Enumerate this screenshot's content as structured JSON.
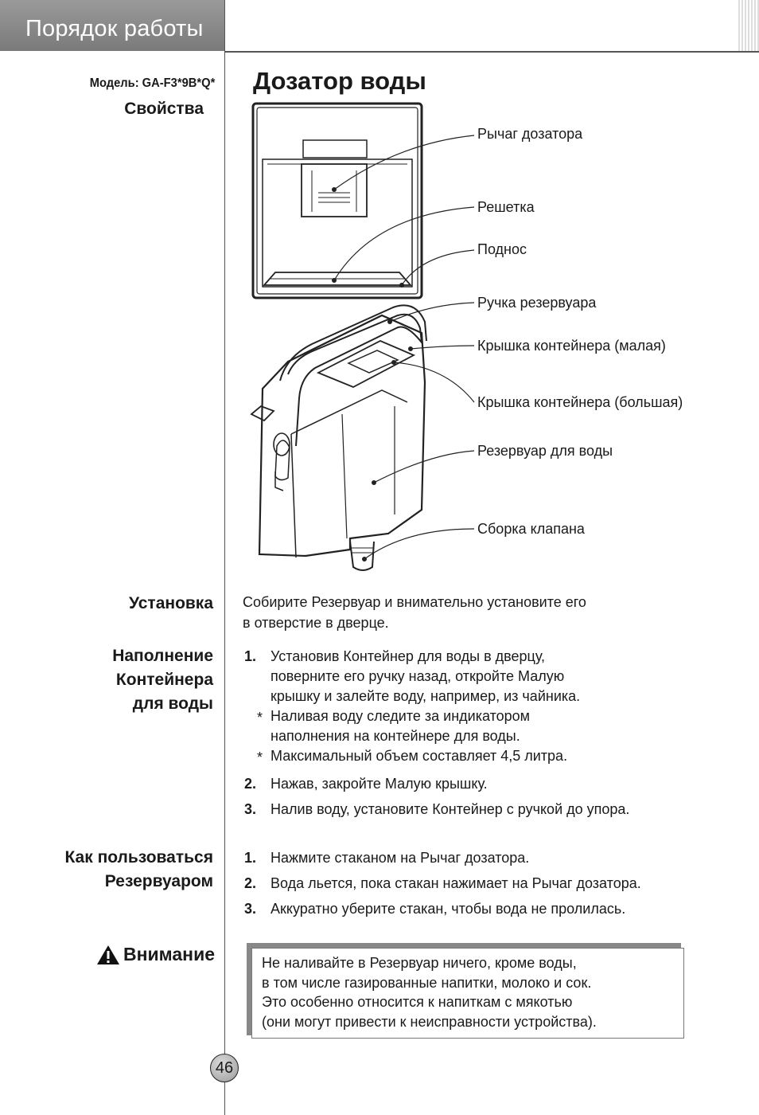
{
  "header": {
    "title": "Порядок работы"
  },
  "sidebar": {
    "model": "Модель: GA-F3*9B*Q*",
    "properties": "Свойства"
  },
  "section": {
    "title": "Дозатор воды"
  },
  "diagram": {
    "labels": [
      "Рычаг дозатора",
      "Решетка",
      "Поднос",
      "Ручка резервуара",
      "Крышка контейнера (малая)",
      "Крышка контейнера (большая)",
      "Резервуар для воды",
      "Сборка клапана"
    ]
  },
  "install": {
    "heading": "Установка",
    "text_line1": "Собирите Резервуар и внимательно установите его",
    "text_line2": "в отверстие в дверце."
  },
  "filling": {
    "heading_line1": "Наполнение",
    "heading_line2": "Контейнера",
    "heading_line3": "для воды",
    "steps": [
      {
        "num": "1.",
        "lines": [
          "Установив Контейнер для воды в дверцу,",
          "поверните его ручку назад, откройте Малую",
          "крышку и залейте воду, например, из чайника."
        ]
      },
      {
        "num": "2.",
        "lines": [
          "Нажав, закройте Малую крышку."
        ]
      },
      {
        "num": "3.",
        "lines": [
          "Налив воду, установите Контейнер с ручкой до упора."
        ]
      }
    ],
    "notes": [
      {
        "star": "*",
        "lines": [
          "Наливая воду следите за индикатором",
          "наполнения на контейнере для воды."
        ]
      },
      {
        "star": "*",
        "lines": [
          "Максимальный объем составляет 4,5 литра."
        ]
      }
    ]
  },
  "usage": {
    "heading_line1": "Как пользоваться",
    "heading_line2": "Резервуаром",
    "steps": [
      {
        "num": "1.",
        "text": "Нажмите стаканом на Рычаг дозатора."
      },
      {
        "num": "2.",
        "text": "Вода льется, пока стакан нажимает на Рычаг дозатора."
      },
      {
        "num": "3.",
        "text": "Аккуратно уберите стакан, чтобы вода не пролилась."
      }
    ]
  },
  "warning": {
    "heading": "Внимание",
    "lines": [
      "Не наливайте в Резервуар ничего, кроме воды,",
      "в том числе газированные напитки, молоко и сок.",
      "Это особенно относится к напиткам с мякотью",
      "(они могут привести к неисправности устройства)."
    ]
  },
  "page": {
    "number": "46"
  }
}
